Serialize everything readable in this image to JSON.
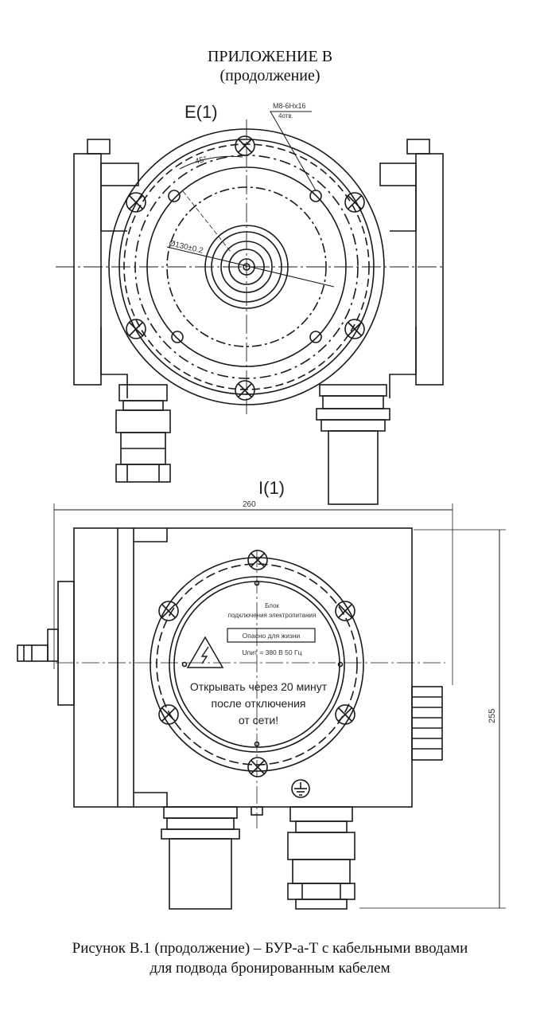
{
  "header": {
    "title": "ПРИЛОЖЕНИЕ В",
    "subtitle": "(продолжение)"
  },
  "top_view": {
    "view_label": "Е(1)",
    "thread_callout": "М8-6Hх16",
    "thread_count": "4отв.",
    "angle": "45°",
    "diameter": "Ø130±0.2"
  },
  "bottom_view": {
    "view_label": "I(1)",
    "dim_width": "260",
    "dim_height": "255",
    "plate_line1": "Блок",
    "plate_line2": "подключения электропитания",
    "plate_box": "Опасно для жизни",
    "plate_voltage": "Uпит = 380 В 50 Гц",
    "warning_line1": "Открывать через 20 минут",
    "warning_line2": "после отключения",
    "warning_line3": "от сети!"
  },
  "caption": {
    "line1": "Рисунок В.1 (продолжение) – БУР-а-Т с кабельными вводами",
    "line2": "для подвода бронированным кабелем"
  }
}
